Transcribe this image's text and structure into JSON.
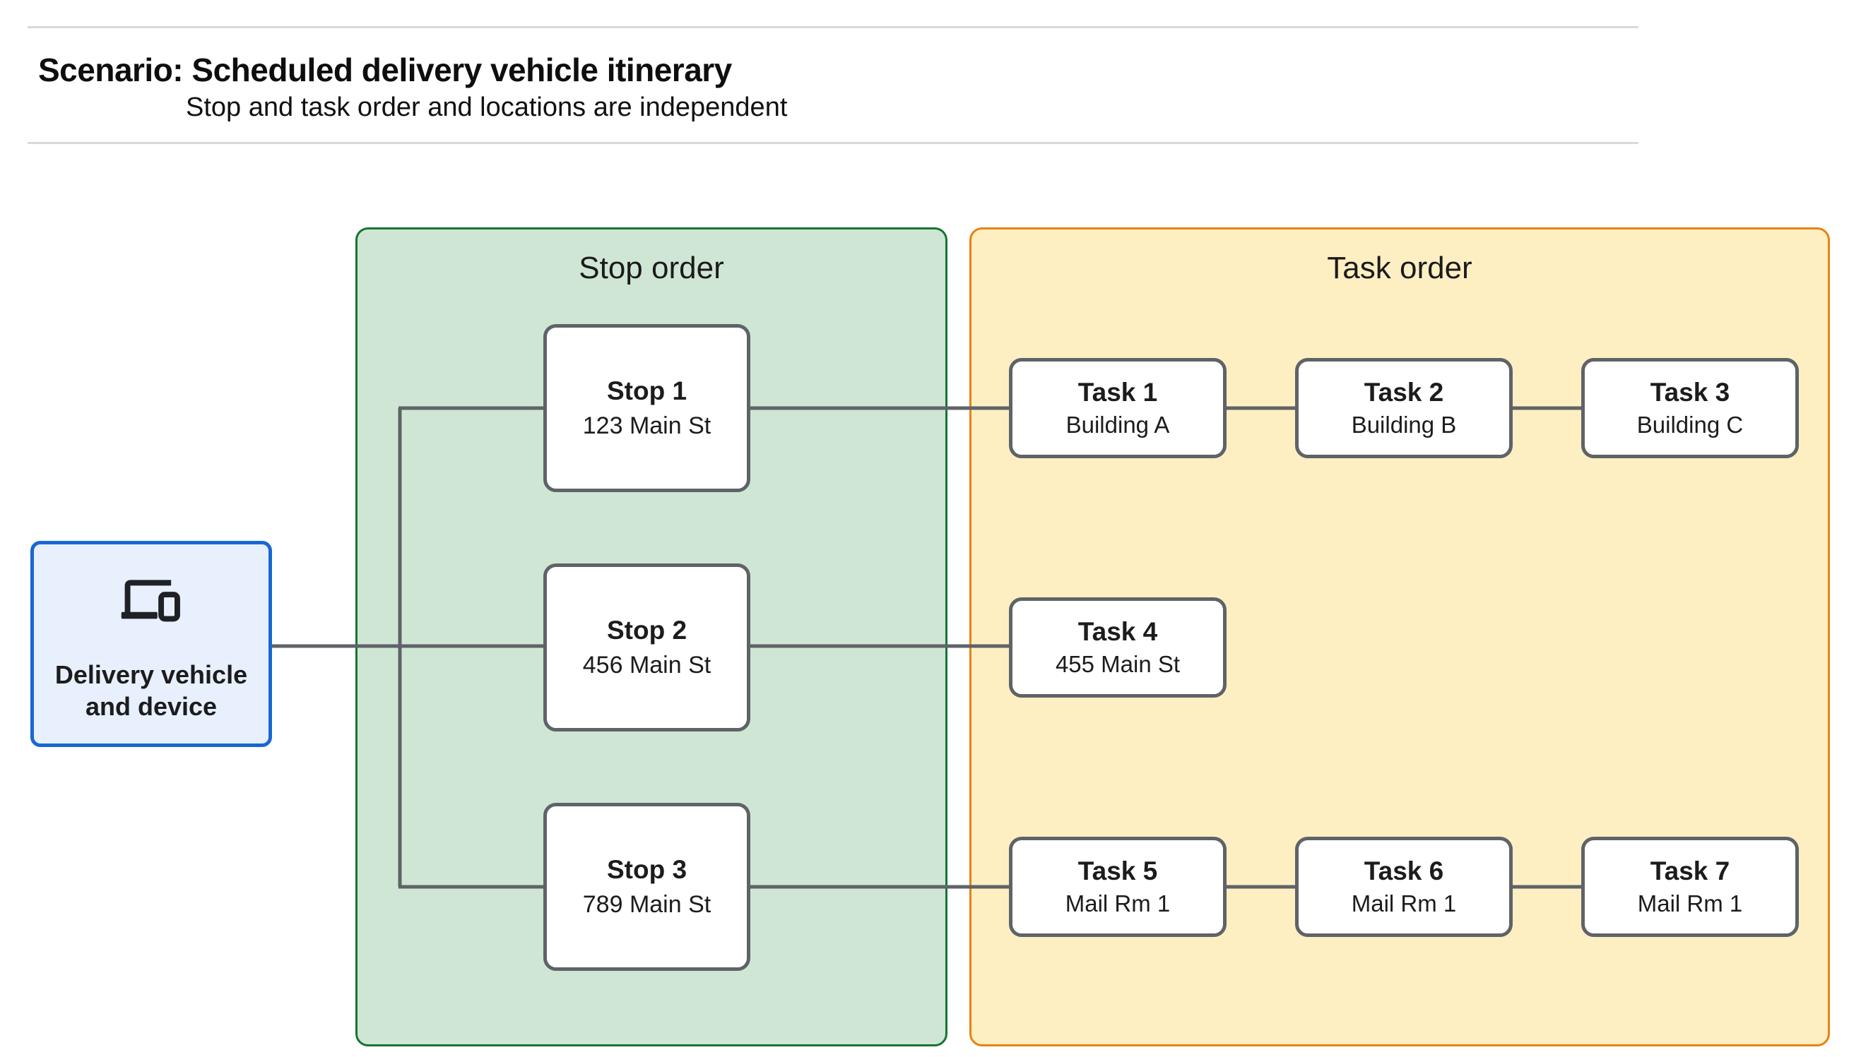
{
  "header": {
    "title": "Scenario: Scheduled delivery vehicle itinerary",
    "subtitle": "Stop and task order and locations are independent"
  },
  "diagram": {
    "source_node": {
      "label": "Delivery vehicle and device",
      "icon": "devices-icon",
      "fill": "#e8f0fe",
      "border_color": "#1967d2"
    },
    "stop_group": {
      "title": "Stop order",
      "fill": "#cfe6d5",
      "border_color": "#187333"
    },
    "task_group": {
      "title": "Task order",
      "fill": "#feefc3",
      "border_color": "#e8820e"
    },
    "stops": [
      {
        "title": "Stop 1",
        "subtitle": "123 Main St"
      },
      {
        "title": "Stop 2",
        "subtitle": "456 Main St"
      },
      {
        "title": "Stop 3",
        "subtitle": "789 Main St"
      }
    ],
    "tasks": [
      {
        "title": "Task 1",
        "subtitle": "Building A"
      },
      {
        "title": "Task 2",
        "subtitle": "Building B"
      },
      {
        "title": "Task 3",
        "subtitle": "Building C"
      },
      {
        "title": "Task 4",
        "subtitle": "455 Main St"
      },
      {
        "title": "Task 5",
        "subtitle": "Mail Rm 1"
      },
      {
        "title": "Task 6",
        "subtitle": "Mail Rm 1"
      },
      {
        "title": "Task 7",
        "subtitle": "Mail Rm 1"
      }
    ],
    "connector_color": "#5f6368",
    "node_border_color": "#5f6368",
    "text_color": "#202124"
  }
}
